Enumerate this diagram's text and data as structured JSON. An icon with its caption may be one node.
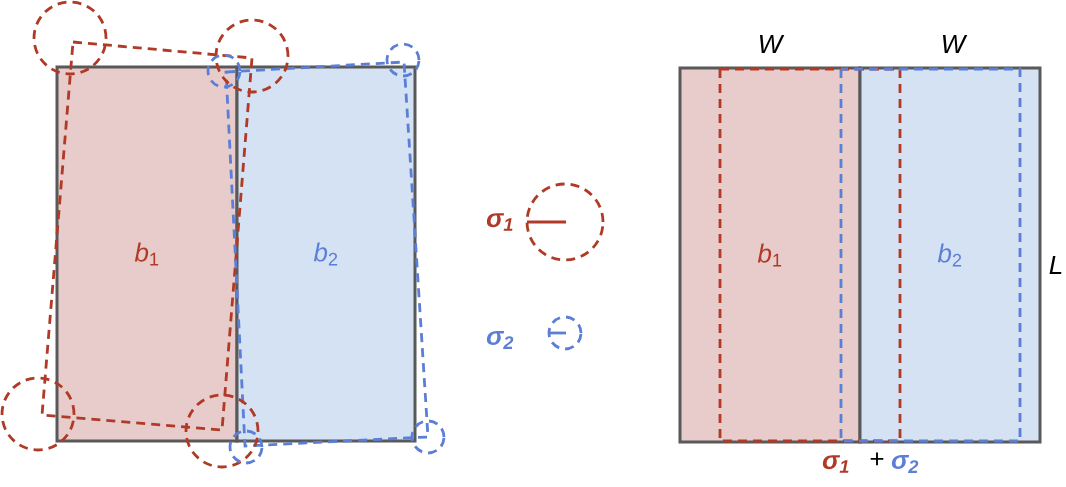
{
  "diagram": {
    "nodes": [
      {
        "text": [
          "*b*$_{1}$"
        ]
      },
      {
        "text": [
          "*b*$_{2}$"
        ]
      },
      {
        "text": [
          "*b*$_{1}$"
        ]
      },
      {
        "text": [
          "*b*$_{2}$"
        ]
      }
    ],
    "labels": [
      "σ$_{1}$",
      "σ$_{2}$",
      "W",
      "W",
      "L",
      "σ$_{1}$",
      "+",
      "σ$_{2}$"
    ]
  }
}
